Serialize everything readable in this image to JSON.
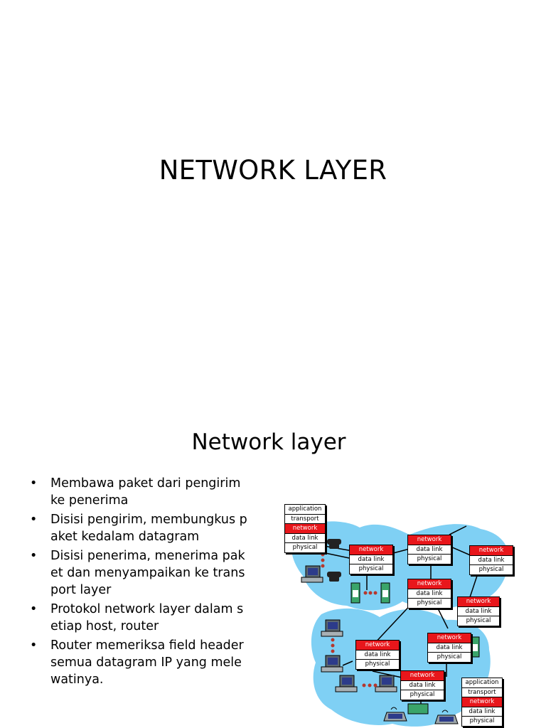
{
  "slide1": {
    "title": "NETWORK LAYER"
  },
  "slide2": {
    "title": "Network layer",
    "bullet_symbol": "•",
    "bullets": [
      "Membawa paket dari pengirim\nke penerima",
      "Disisi pengirim, membungkus p\naket kedalam datagram",
      "Disisi penerima, menerima pak\net dan menyampaikan ke trans\nport layer",
      "Protokol network layer dalam s\netiap host, router",
      "Router memeriksa field header\nsemua datagram IP yang mele\nwatinya."
    ]
  },
  "diagram": {
    "layers": {
      "application": "application",
      "transport": "transport",
      "network": "network",
      "data_link": "data link",
      "physical": "physical"
    },
    "colors": {
      "network_layer": "#e8161b",
      "cloud": "#7fd0f4"
    }
  }
}
